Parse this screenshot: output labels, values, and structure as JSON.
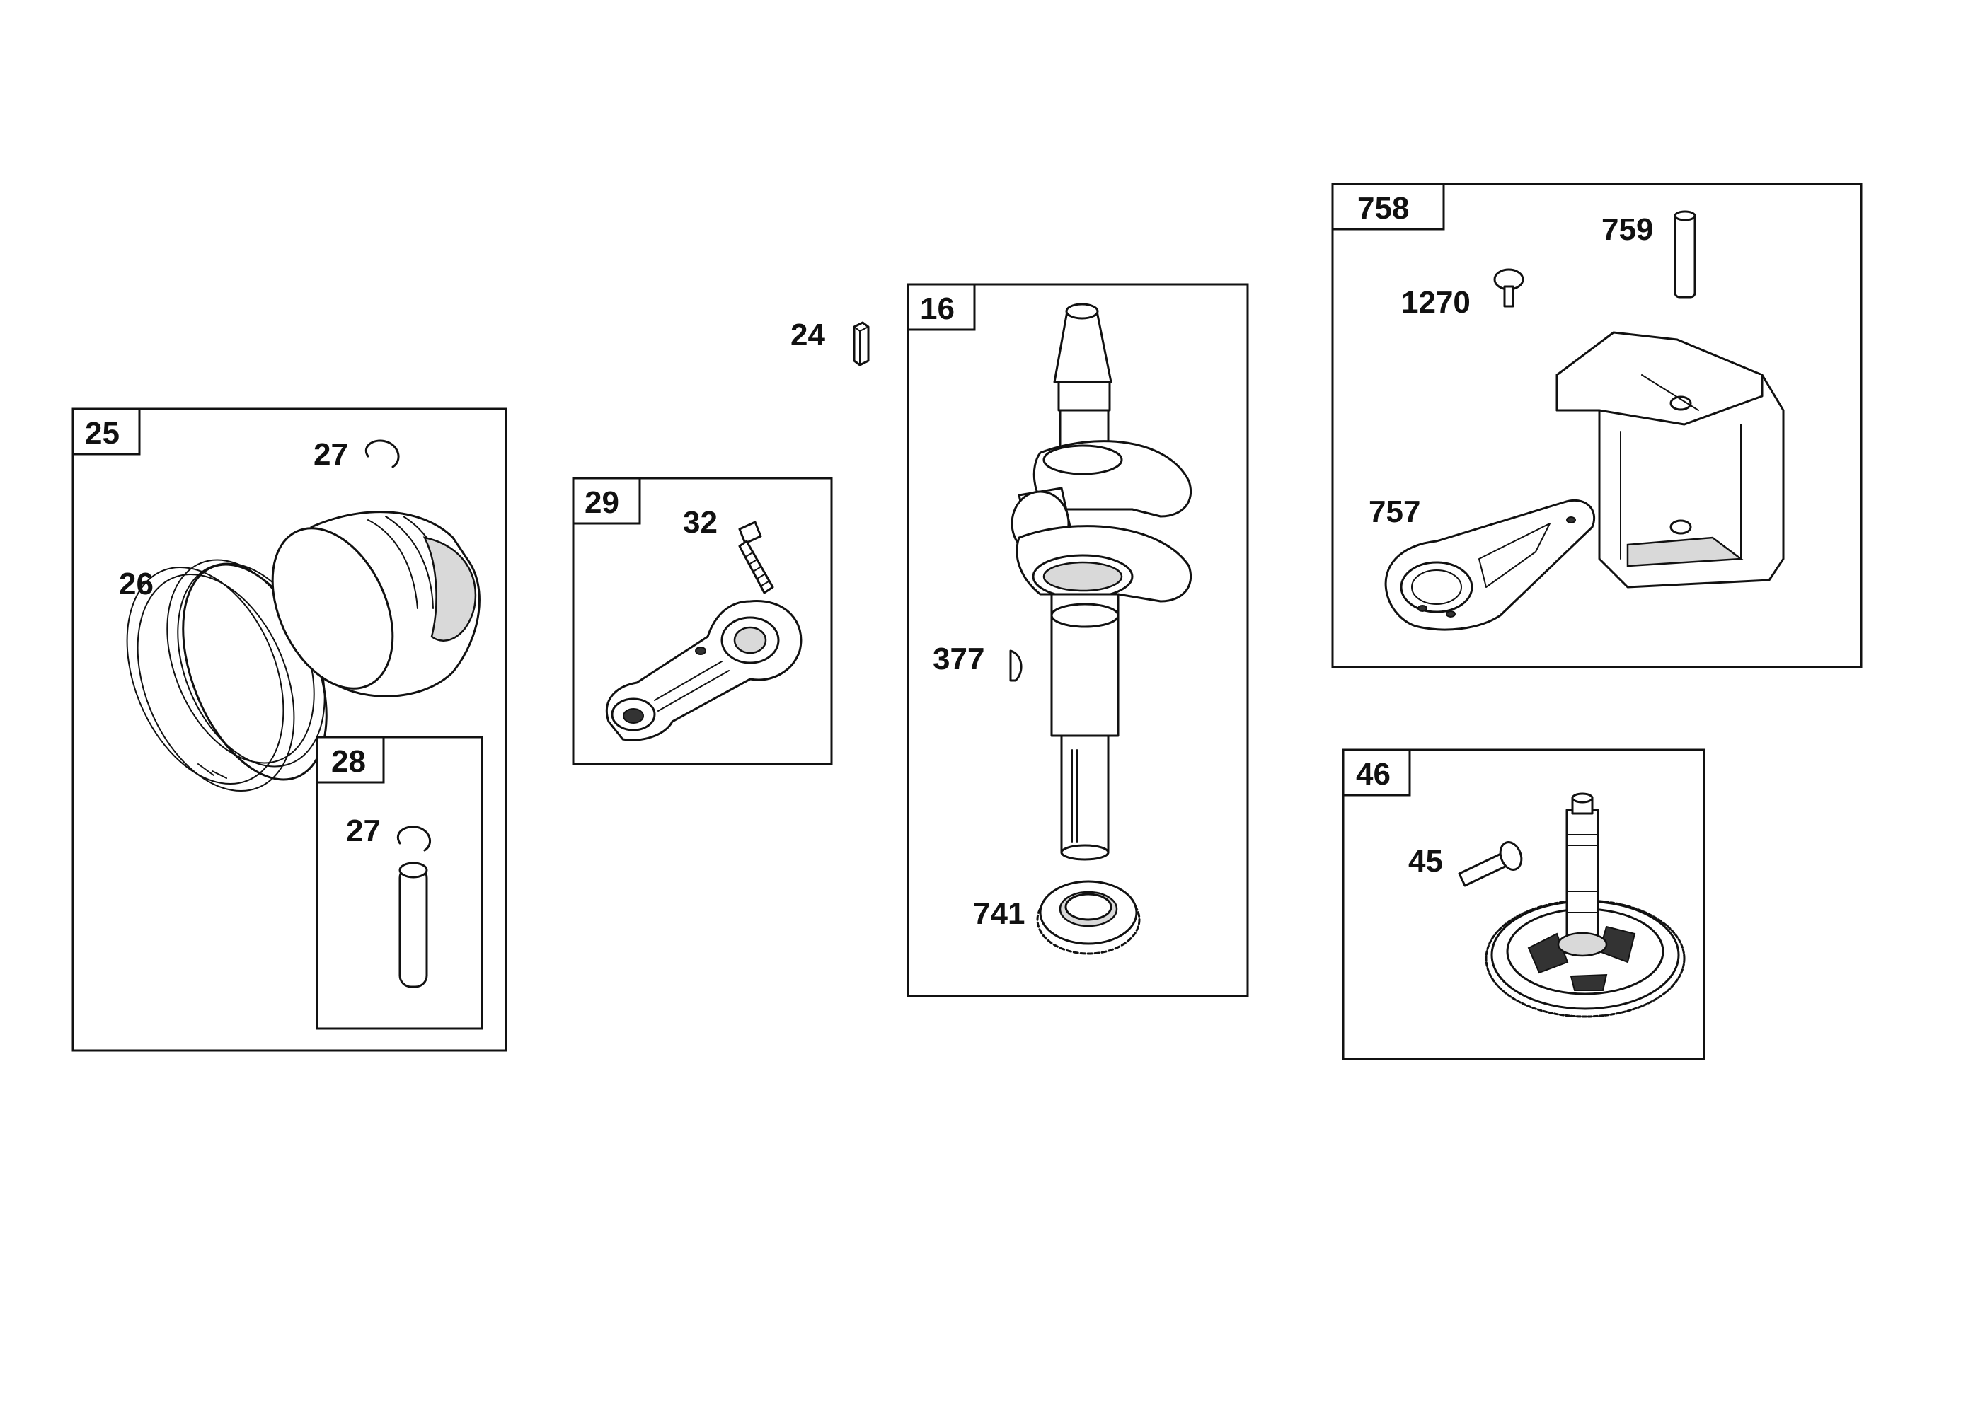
{
  "groups": [
    {
      "id": "25",
      "label": "25"
    },
    {
      "id": "28",
      "label": "28"
    },
    {
      "id": "29",
      "label": "29"
    },
    {
      "id": "16",
      "label": "16"
    },
    {
      "id": "758",
      "label": "758"
    },
    {
      "id": "46",
      "label": "46"
    }
  ],
  "callouts": {
    "c27a": "27",
    "c26": "26",
    "c27b": "27",
    "c32": "32",
    "c24": "24",
    "c377": "377",
    "c741": "741",
    "c759": "759",
    "c1270": "1270",
    "c757": "757",
    "c45": "45"
  }
}
